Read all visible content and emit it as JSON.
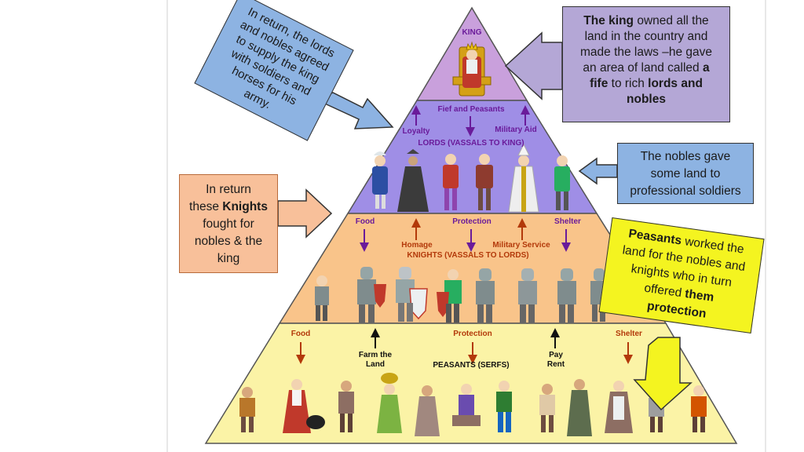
{
  "colors": {
    "king_tier": "#c9a0dc",
    "lords_tier": "#9f8ee6",
    "knights_tier": "#f9c48a",
    "peasants_tier": "#fbf3a6",
    "callout_blue": "#8db3e2",
    "callout_purple": "#b4a7d6",
    "callout_orange": "#f8c09a",
    "callout_yellow": "#f4f420"
  },
  "tiers": {
    "king": {
      "title": "KING"
    },
    "lords": {
      "top_center": "Fief and Peasants",
      "left": "Loyalty",
      "right": "Military Aid",
      "title": "LORDS (VASSALS TO KING)"
    },
    "knights": {
      "food": "Food",
      "protection": "Protection",
      "shelter": "Shelter",
      "homage": "Homage",
      "military_service": "Military Service",
      "title": "KNIGHTS (VASSALS TO LORDS)"
    },
    "peasants": {
      "food": "Food",
      "farm_line1": "Farm the",
      "farm_line2": "Land",
      "protection": "Protection",
      "title": "PEASANTS (SERFS)",
      "pay_line1": "Pay",
      "pay_line2": "Rent",
      "shelter": "Shelter"
    }
  },
  "callouts": {
    "lords_return": {
      "lines": [
        "In return, the lords",
        "and nobles agreed",
        "to supply the king",
        "with soldiers and",
        "horses for his",
        "army."
      ]
    },
    "king_info": {
      "bold1": "The king",
      "text1": " owned all the",
      "line2": "land in the country and",
      "line3": "made the laws –he gave",
      "line4a": "an area of land called ",
      "bold2": "a",
      "bold3": "fife",
      "text5": " to rich ",
      "bold4": "lords and",
      "bold5": "nobles"
    },
    "knights_return": {
      "line1": "In return",
      "line2a": "these ",
      "bold1": "Knights",
      "line3": "fought for",
      "line4": "nobles & the",
      "line5": "king"
    },
    "nobles_gave": {
      "line1": "The nobles gave",
      "line2": "some land to",
      "line3": "professional soldiers"
    },
    "peasants_worked": {
      "bold1": "Peasants",
      "text1": " worked the",
      "line2": "land for the nobles and",
      "line3": "knights who in turn",
      "line4a": "offered ",
      "bold2": "them",
      "bold3": "protection"
    }
  },
  "figures": {
    "king": "king-figure",
    "lords": [
      "lord-figure-1",
      "lord-figure-2",
      "lord-figure-3",
      "lord-figure-4",
      "lord-figure-5",
      "lord-figure-6"
    ],
    "knights": [
      "knight-figure-1",
      "knight-figure-2",
      "knight-figure-3",
      "knight-figure-4",
      "knight-figure-5",
      "knight-figure-6",
      "knight-figure-7",
      "knight-figure-8"
    ],
    "peasants": [
      "peasant-figure-1",
      "peasant-figure-2",
      "peasant-figure-3",
      "peasant-figure-4",
      "peasant-figure-5",
      "peasant-figure-6",
      "peasant-figure-7",
      "peasant-figure-8",
      "peasant-figure-9",
      "peasant-figure-10",
      "peasant-figure-11",
      "peasant-figure-12"
    ]
  }
}
